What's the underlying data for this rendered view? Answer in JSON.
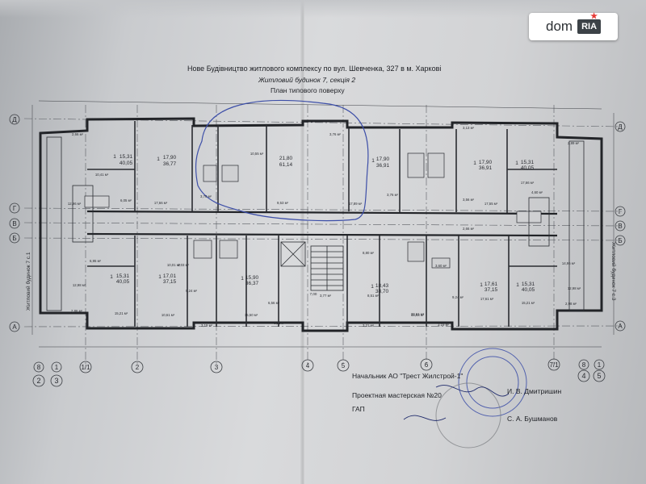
{
  "logo": {
    "part1": "dom",
    "part2": "RIA"
  },
  "header": {
    "title": "Нове Будівництво житлового комплексу по вул. Шевченка, 327 в м. Харкові",
    "building": "Житловий будинок 7, секція 2",
    "plan": "План типового поверху"
  },
  "axes": {
    "rows": [
      "Д",
      "Г",
      "В",
      "Б",
      "А"
    ],
    "cols": [
      "1/1",
      "2",
      "3",
      "4",
      "5",
      "6",
      "7/1"
    ],
    "left_bottom": [
      "8",
      "1",
      "2",
      "3"
    ],
    "right_bottom": [
      "8",
      "1",
      "4",
      "5"
    ],
    "corridor": "7,00"
  },
  "side_labels": {
    "left": "Житловий будинок 7 с.1",
    "right": "Житловий будинок 7 с.3"
  },
  "apartments_top": [
    {
      "rooms": "1",
      "area1": "15,31",
      "area2": "40,05"
    },
    {
      "rooms": "1",
      "area1": "17,90",
      "area2": "36,77"
    },
    {
      "rooms": "",
      "area1": "21,80",
      "area2": "61,14"
    },
    {
      "rooms": "1",
      "area1": "17,90",
      "area2": "36,91"
    },
    {
      "rooms": "1",
      "area1": "17,90",
      "area2": "36,91"
    },
    {
      "rooms": "1",
      "area1": "15,31",
      "area2": "40,05"
    }
  ],
  "apartments_bottom": [
    {
      "rooms": "1",
      "area1": "15,31",
      "area2": "40,05"
    },
    {
      "rooms": "1",
      "area1": "17,01",
      "area2": "37,15"
    },
    {
      "rooms": "1",
      "area1": "15,90",
      "area2": "36,37"
    },
    {
      "rooms": "1",
      "area1": "18,43",
      "area2": "38,70"
    },
    {
      "rooms": "1",
      "area1": "17,61",
      "area2": "37,15"
    },
    {
      "rooms": "1",
      "area1": "15,31",
      "area2": "40,05"
    }
  ],
  "room_areas": [
    "2,66 м²",
    "10,41 м²",
    "6,05 м²",
    "17,66 м²",
    "3,70 м²",
    "10,55 м²",
    "9,53 м²",
    "17,89 м²",
    "3,76 м²",
    "3,56 м²",
    "17,55 м²",
    "3,76 м²",
    "4,60 м²",
    "17,66 м²",
    "2,89 м²",
    "12,96 м²",
    "6,95 м²",
    "12,98 м²",
    "10,01 м²",
    "2,86 м²",
    "15,21 м²",
    "4,03 м²",
    "9,24 м²",
    "10,61 м²",
    "3,19 м²",
    "15,50 м²",
    "6,56 м²",
    "3,77 м²",
    "3,11 м²",
    "3,60 м²",
    "3,21 м²",
    "15,43 м²",
    "8,80 м²",
    "8,51 м²",
    "3,19 м²",
    "9,24 м²",
    "17,61 м²",
    "15,21 м²",
    "2,98 м²",
    "12,98 м²",
    "20,61 м²",
    "2,66 м²",
    "3,13 м²",
    "14,96 м²"
  ],
  "signatures": {
    "line1_left": "Начальник АО \"Трест Жилстрой-1\"",
    "line2_left": "Проектная мастерская №20",
    "line3_left": "ГАП",
    "line1_right": "И. В. Дмитришин",
    "line3_right": "С. А. Бушманов"
  }
}
